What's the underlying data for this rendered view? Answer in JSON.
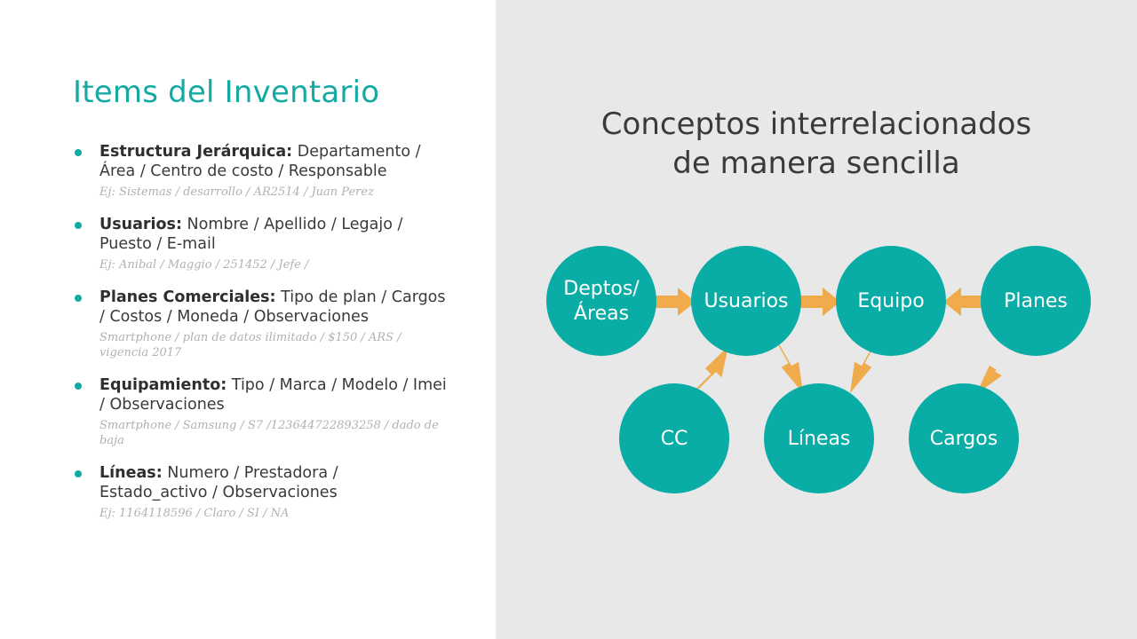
{
  "left": {
    "title": "Items del Inventario",
    "items": [
      {
        "label": "Estructura Jerárquica:",
        "text": " Departamento / Área / Centro de costo / Responsable",
        "example": "Ej: Sistemas / desarrollo / AR2514 / Juan Perez"
      },
      {
        "label": "Usuarios:",
        "text": " Nombre / Apellido / Legajo / Puesto / E-mail",
        "example": "Ej: Anibal / Maggio / 251452 / Jefe /"
      },
      {
        "label": "Planes Comerciales:",
        "text": " Tipo de plan / Cargos / Costos / Moneda / Observaciones",
        "example": "Smartphone / plan de datos ilimitado / $150 / ARS / vigencia 2017"
      },
      {
        "label": "Equipamiento:",
        "text": " Tipo / Marca / Modelo / Imei / Observaciones",
        "example": "Smartphone / Samsung / S7 /123644722893258 / dado de baja"
      },
      {
        "label": "Líneas:",
        "text": " Numero / Prestadora / Estado_activo / Observaciones",
        "example": "Ej: 1164118596 / Claro / SI / NA"
      }
    ]
  },
  "diagram": {
    "title_line1": "Conceptos interrelacionados",
    "title_line2": "de manera sencilla",
    "nodes": {
      "deptos_line1": "Deptos/",
      "deptos_line2": "Áreas",
      "usuarios": "Usuarios",
      "equipo": "Equipo",
      "planes": "Planes",
      "cc": "CC",
      "lineas": "Líneas",
      "cargos": "Cargos"
    },
    "edges": [
      {
        "from": "Deptos/Áreas",
        "to": "Usuarios"
      },
      {
        "from": "Usuarios",
        "to": "Equipo"
      },
      {
        "from": "Planes",
        "to": "Equipo"
      },
      {
        "from": "CC",
        "to": "Usuarios"
      },
      {
        "from": "Usuarios",
        "to": "Líneas"
      },
      {
        "from": "Equipo",
        "to": "Líneas"
      },
      {
        "from": "Planes",
        "to": "Cargos"
      }
    ],
    "colors": {
      "node": "#0aaca6",
      "arrow": "#f0ab4c",
      "background": "#e8e8e8",
      "accent": "#14aaa3"
    }
  }
}
